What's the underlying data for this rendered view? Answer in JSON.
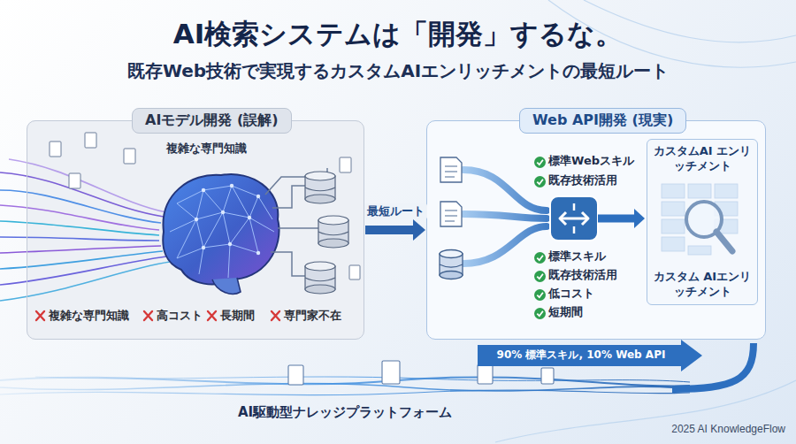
{
  "diagram": {
    "title": "AI検索システムは「開発」するな。",
    "nodes": [
      {
        "text": [
          "AIモデル開発 (誤解)"
        ]
      },
      {
        "text": [
          "Web API開発 (現実)"
        ]
      },
      {
        "text": [
          "カスタムAI エンリッチメント",
          "カスタム AIエンリッチメント"
        ],
        "in": 1
      }
    ],
    "edges": [
      {
        "from": 0,
        "to": 1,
        "arrow": "to",
        "label": "最短ルート"
      }
    ],
    "labels": [
      "既存Web技術で実現するカスタムAIエンリッチメントの最短ルート",
      "複雑な専門知識",
      "複雑な専門知識",
      "高コスト",
      "長期間",
      "専門家不在",
      "標準Webスキル",
      "既存技術活用",
      "標準スキル",
      "既存技術活用",
      "低コスト",
      "短期間",
      "90% 標準スキル, 10% Web API",
      "AI駆動型ナレッジプラットフォーム",
      "2025 AI KnowledgeFlow"
    ]
  }
}
